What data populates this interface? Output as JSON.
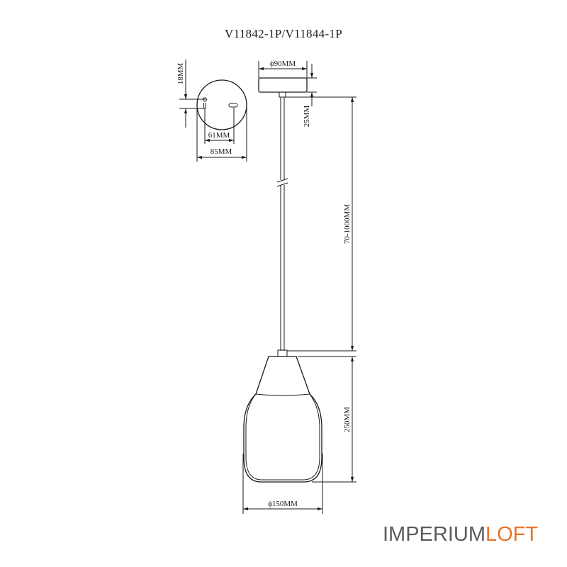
{
  "title": "V11842-1P/V11844-1P",
  "dimensions": {
    "plate_small": "18MM",
    "plate_hole_spacing": "61MM",
    "plate_diameter": "85MM",
    "canopy_diameter": "ϕ90MM",
    "canopy_height": "25MM",
    "cord_length": "70-1000MM",
    "shade_height": "250MM",
    "shade_diameter": "ϕ150MM"
  },
  "logo": {
    "part1": "IMPERIUM",
    "part2": "LOFT",
    "color_main": "#5b5b5b",
    "color_accent": "#e8732c"
  }
}
